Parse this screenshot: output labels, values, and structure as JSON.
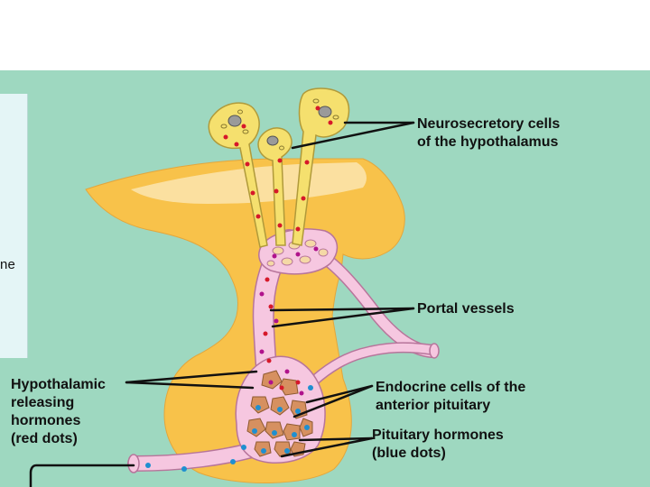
{
  "side_panel": {
    "text": "ne"
  },
  "labels": {
    "neurosecretory": [
      "Neurosecretory cells",
      "of the hypothalamus"
    ],
    "portal": [
      "Portal vessels"
    ],
    "hypothalamic": [
      "Hypothalamic",
      "releasing",
      "hormones",
      "(red dots)"
    ],
    "endocrine": [
      "Endocrine cells of the",
      "anterior pituitary"
    ],
    "pituitary": [
      "Pituitary hormones",
      "(blue dots)"
    ]
  },
  "colors": {
    "background": "#9ed8c0",
    "gland": "#f8c24a",
    "gland_light": "#fbe0a0",
    "neuron": "#f5e06e",
    "vessel": "#f6c7e0",
    "vessel_outline": "#b7759b",
    "red_dot": "#d6182a",
    "magenta_dot": "#b0128c",
    "blue_dot": "#1f8fd0",
    "endocrine_cell": "#d69060"
  }
}
